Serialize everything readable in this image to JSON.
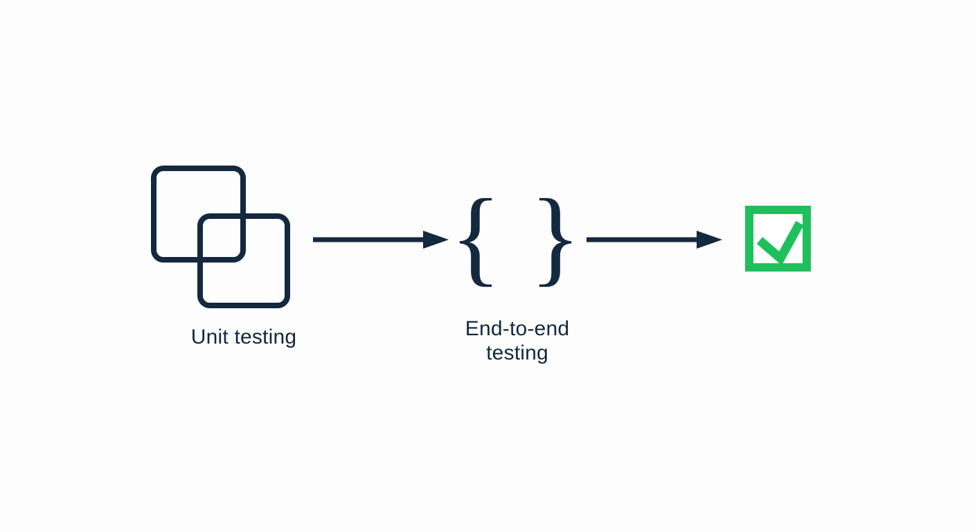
{
  "colors": {
    "primary": "#14283e",
    "success": "#1fc05c",
    "background": "#fdfdfd"
  },
  "diagram": {
    "nodes": {
      "unit_testing": {
        "label": "Unit testing",
        "icon": "overlapping-squares-icon"
      },
      "end_to_end": {
        "label_line1": "End-to-end",
        "label_line2": "testing",
        "brace_left": "{",
        "brace_right": "}",
        "icon": "curly-braces-icon"
      },
      "success_check": {
        "icon": "checkbox-checked-icon"
      }
    },
    "connectors": [
      {
        "from": "unit_testing",
        "to": "end_to_end",
        "type": "arrow-right"
      },
      {
        "from": "end_to_end",
        "to": "success_check",
        "type": "arrow-right"
      }
    ]
  }
}
